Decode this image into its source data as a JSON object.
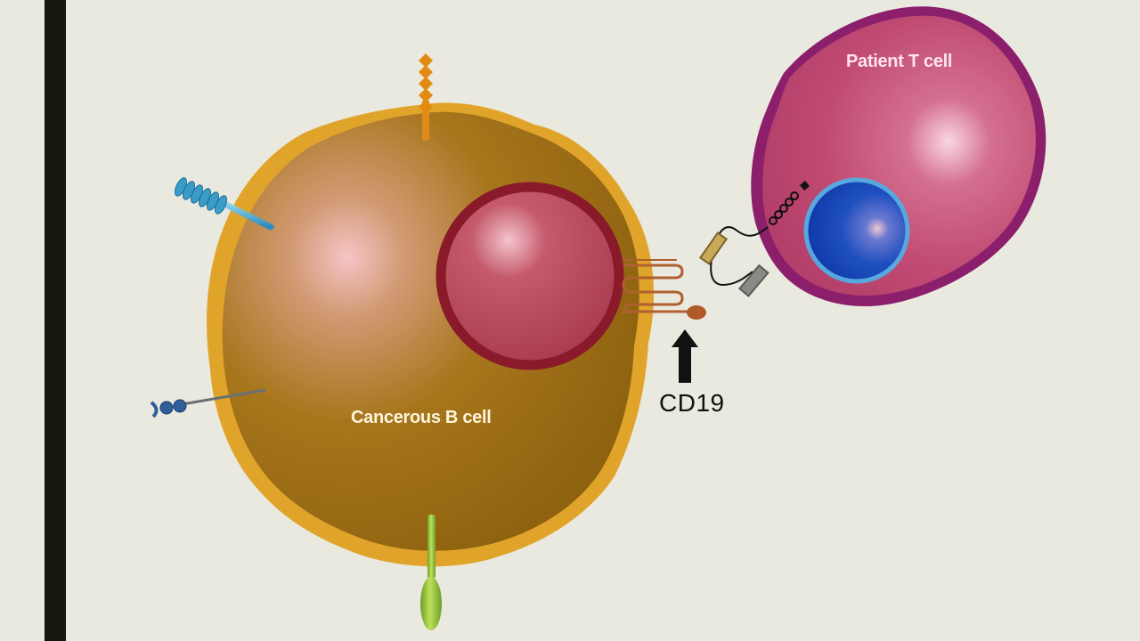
{
  "slide": {
    "labels": {
      "b_cell": "Cancerous B cell",
      "t_cell": "Patient T cell",
      "cd19": "CD19"
    }
  },
  "colors": {
    "background": "#eae9df",
    "side_bar": "#17170e",
    "b_cell_membrane": "#e0a42a",
    "b_cell_body": "#9b6c14",
    "b_cell_nucleus": "#b7475a",
    "b_cell_nucleus_rim": "#8a1a2a",
    "t_cell_membrane": "#8b1f6b",
    "t_cell_body": "#c04a78",
    "t_cell_nucleus": "#1a4fb8",
    "t_cell_nucleus_rim": "#58a8e0",
    "cd19": "#b06030",
    "arrow": "#111111"
  },
  "icons": [
    "cancerous-b-cell",
    "b-cell-nucleus",
    "patient-t-cell",
    "t-cell-nucleus",
    "cd19-receptor",
    "car-receptor",
    "orange-surface-receptor",
    "blue-coiled-receptor",
    "blue-bead-receptor",
    "green-surface-receptor",
    "pointer-arrow"
  ]
}
